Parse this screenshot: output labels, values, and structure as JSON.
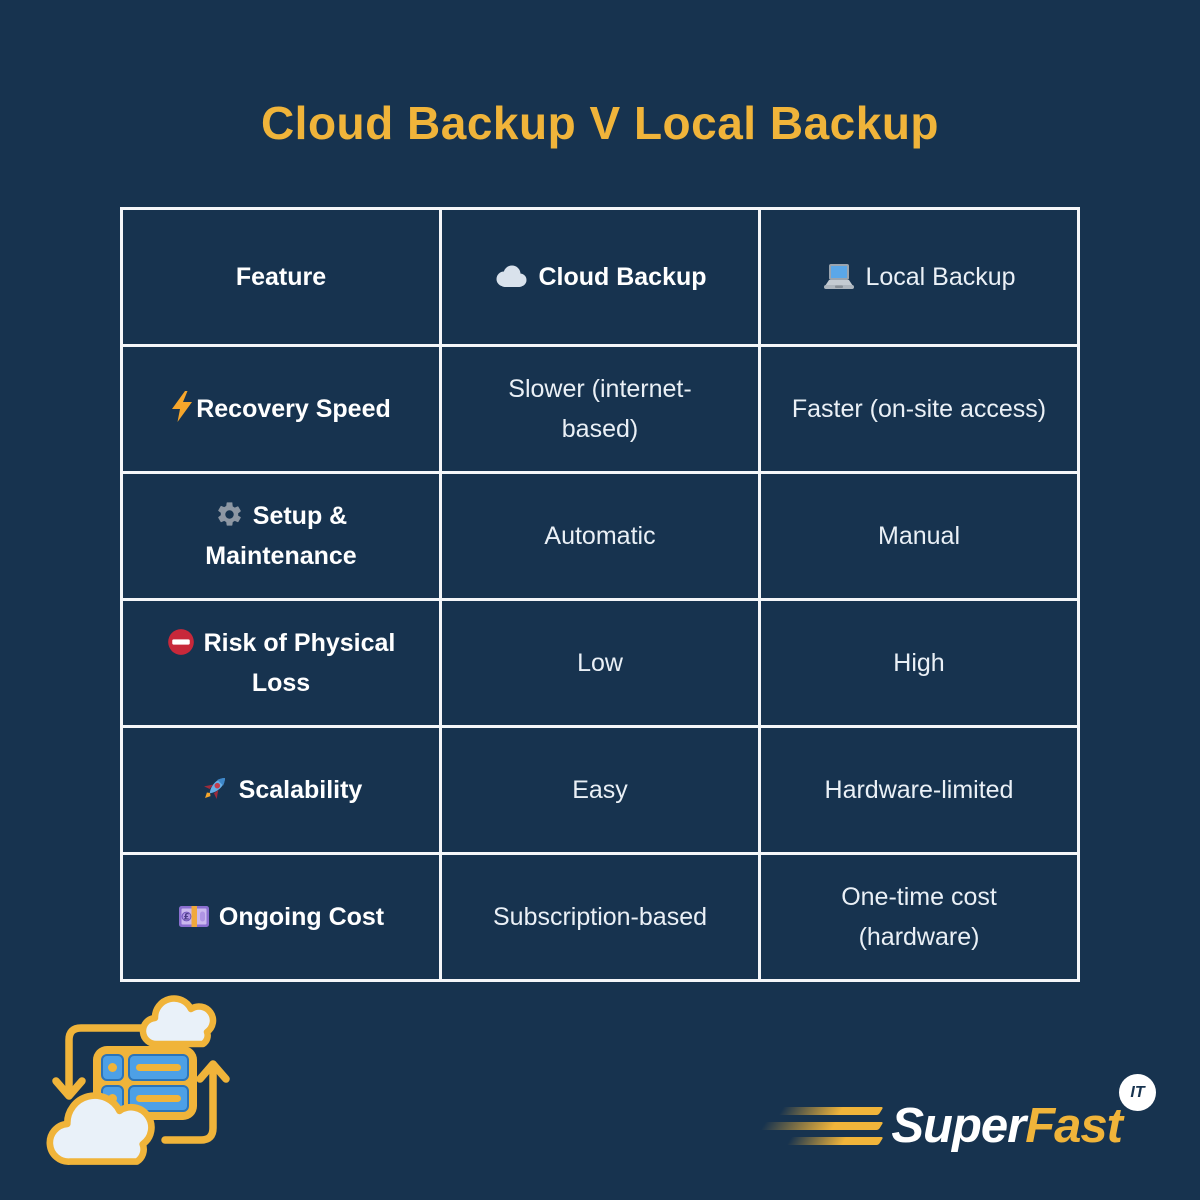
{
  "colors": {
    "background": "#17334F",
    "accent_yellow": "#F0B43A",
    "table_border": "#F4F6F9",
    "heading_text": "#FFFFFF",
    "body_text": "#EAF0F6",
    "no_entry_red": "#C8283A",
    "laptop_blue": "#5AA7E8",
    "gear_grey": "#8D97A3"
  },
  "title": "Cloud Backup V Local Backup",
  "table": {
    "headers": [
      {
        "label": "Feature",
        "icon": ""
      },
      {
        "label": "Cloud Backup",
        "icon": "cloud-icon"
      },
      {
        "label": "Local Backup",
        "icon": "laptop-icon"
      }
    ],
    "rows": [
      {
        "icon": "lightning-icon",
        "feature": "Recovery Speed",
        "cloud_backup": "Slower (internet-based)",
        "local_backup": "Faster (on-site access)"
      },
      {
        "icon": "gear-icon",
        "feature": "Setup & Maintenance",
        "cloud_backup": "Automatic",
        "local_backup": "Manual"
      },
      {
        "icon": "no-entry-icon",
        "feature": "Risk of Physical Loss",
        "cloud_backup": "Low",
        "local_backup": "High"
      },
      {
        "icon": "rocket-icon",
        "feature": "Scalability",
        "cloud_backup": "Easy",
        "local_backup": "Hardware-limited"
      },
      {
        "icon": "pound-notes-icon",
        "feature": "Ongoing Cost",
        "cloud_backup": "Subscription-based",
        "local_backup": "One-time cost (hardware)"
      }
    ]
  },
  "footer": {
    "illustration": "cloud-server-sync-icon",
    "logo": {
      "super": "Super",
      "fast": "Fast",
      "badge": "IT"
    }
  }
}
